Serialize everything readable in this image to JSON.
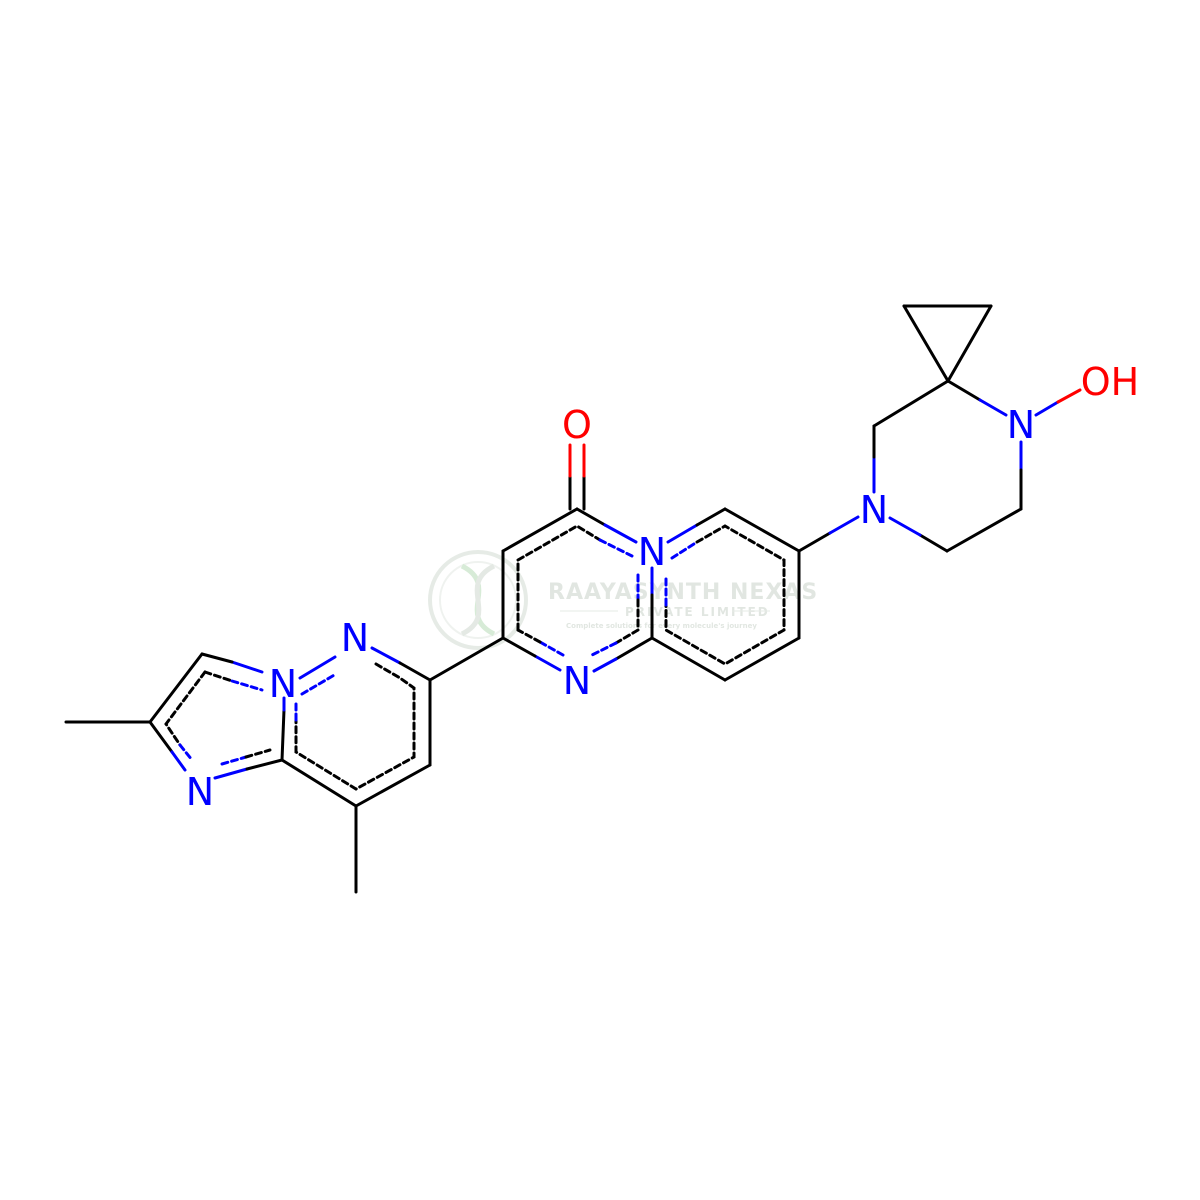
{
  "colors": {
    "bond": "#000000",
    "nitrogen": "#0000ff",
    "oxygen": "#ff0000",
    "watermark": "#c9d3c9",
    "watermark_logo": "#b7dcb7"
  },
  "molecule": {
    "atom_labels": {
      "n_bridge_left": "N",
      "n_pyridazine": "N",
      "n_imidazole": "N",
      "n_pyrimidine": "N",
      "n_bridge_right": "N",
      "o_carbonyl": "O",
      "n_piperazine_a": "N",
      "n_piperazine_b": "N",
      "oh_group": "OH"
    }
  },
  "watermark": {
    "logo_icon": "dna-helix-icon",
    "title": "RAAYASYNTH NEXAS",
    "subtitle": "PRIVATE LIMITED",
    "tagline": "Complete solutions for every molecule's journey"
  }
}
